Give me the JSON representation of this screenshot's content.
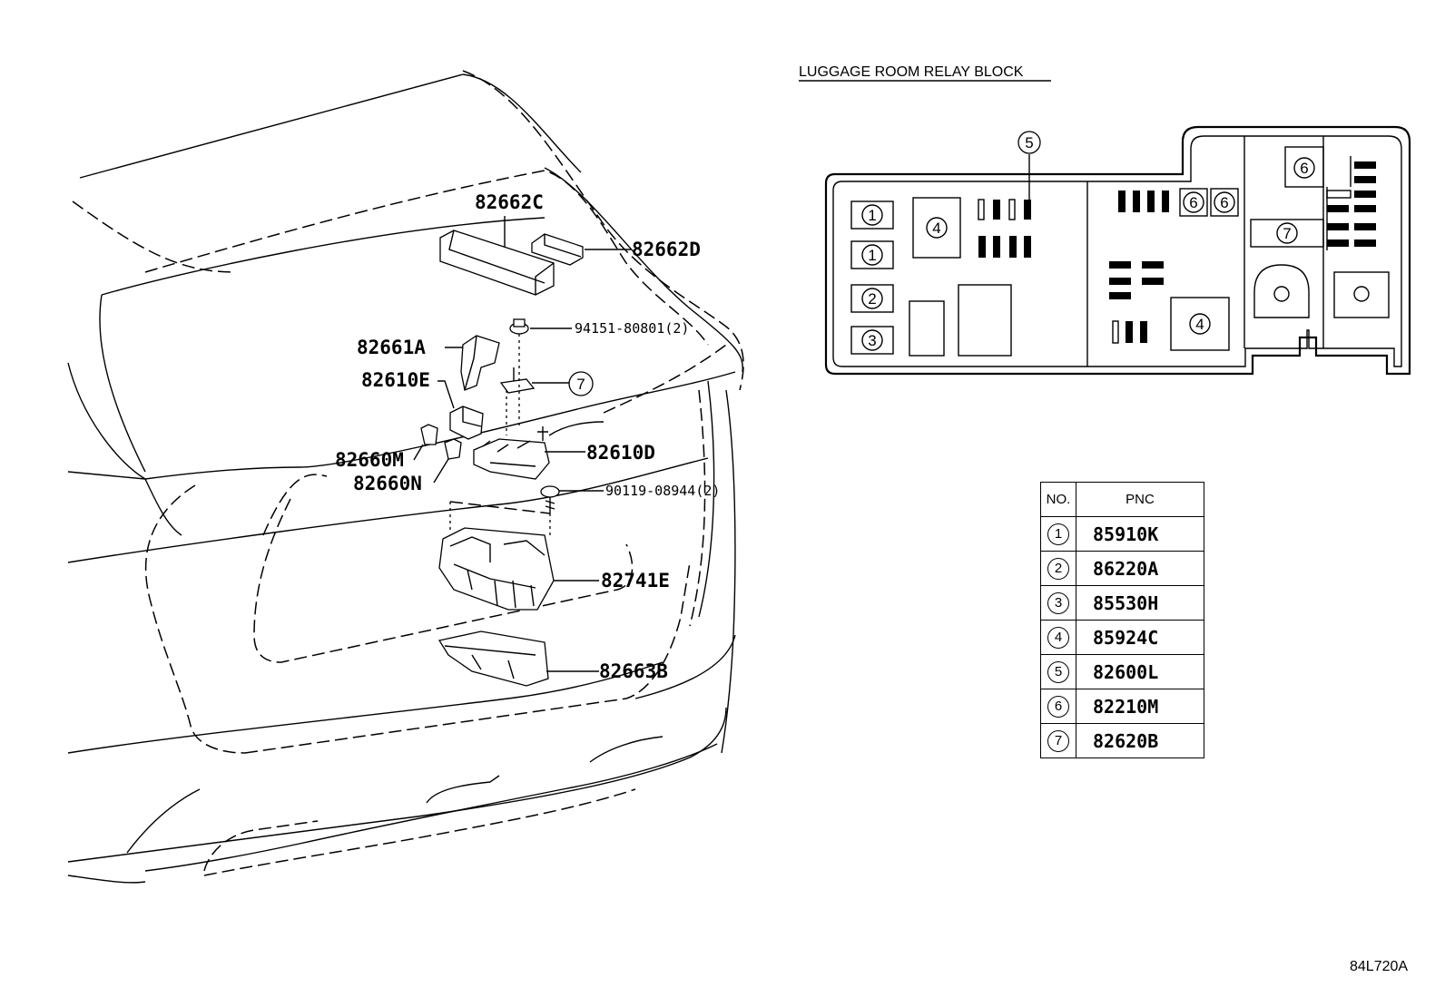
{
  "callouts": {
    "p82662C": "82662C",
    "p82662D": "82662D",
    "p94151": "94151-80801(2)",
    "p82661A": "82661A",
    "p82610E": "82610E",
    "ref7": "7",
    "p82610D": "82610D",
    "p82660M": "82660M",
    "p82660N": "82660N",
    "p90119": "90119-08944(2)",
    "p82741E": "82741E",
    "p82663B": "82663B"
  },
  "relay_block": {
    "title": "LUGGAGE ROOM RELAY BLOCK",
    "labels": {
      "l1a": "1",
      "l1b": "1",
      "l2": "2",
      "l3": "3",
      "l4a": "4",
      "l4b": "4",
      "l5": "5",
      "l6a": "6",
      "l6b": "6",
      "l6c": "6",
      "l7": "7"
    }
  },
  "table": {
    "headers": {
      "no": "NO.",
      "pnc": "PNC"
    },
    "rows": [
      {
        "no": "1",
        "pnc": "85910K"
      },
      {
        "no": "2",
        "pnc": "86220A"
      },
      {
        "no": "3",
        "pnc": "85530H"
      },
      {
        "no": "4",
        "pnc": "85924C"
      },
      {
        "no": "5",
        "pnc": "82600L"
      },
      {
        "no": "6",
        "pnc": "82210M"
      },
      {
        "no": "7",
        "pnc": "82620B"
      }
    ]
  },
  "figure_code": "84L720A"
}
